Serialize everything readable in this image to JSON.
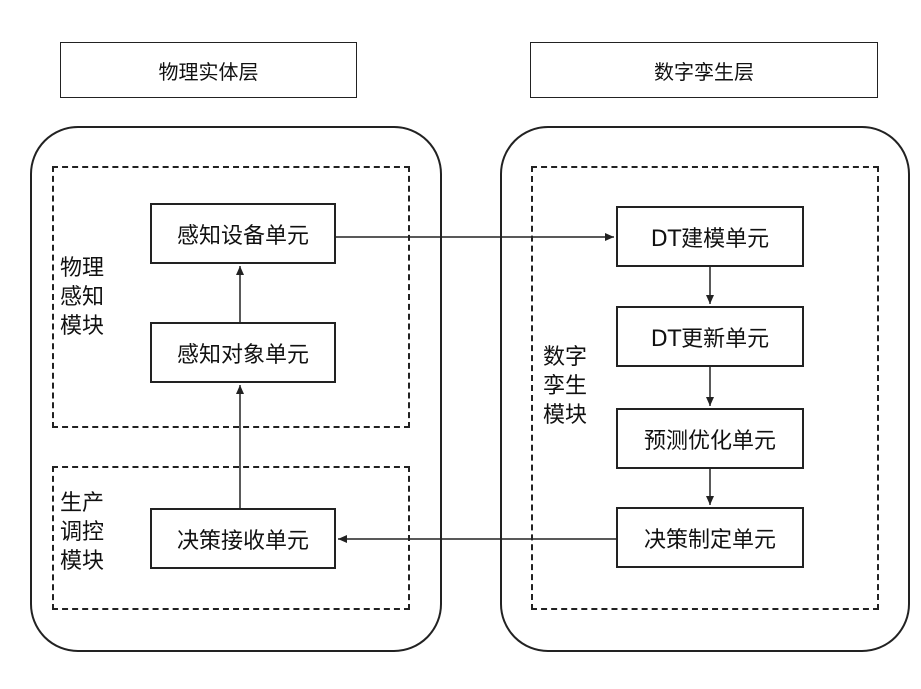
{
  "layers": {
    "physical": "物理实体层",
    "digital": "数字孪生层"
  },
  "modules": {
    "physical_perception": "物理\n感知\n模块",
    "production_control": "生产\n调控\n模块",
    "digital_twin": "数字\n孪生\n模块"
  },
  "units": {
    "sensing_device": "感知设备单元",
    "sensing_object": "感知对象单元",
    "decision_receiving": "决策接收单元",
    "dt_modeling": "DT建模单元",
    "dt_update": "DT更新单元",
    "prediction_optimization": "预测优化单元",
    "decision_making": "决策制定单元"
  }
}
